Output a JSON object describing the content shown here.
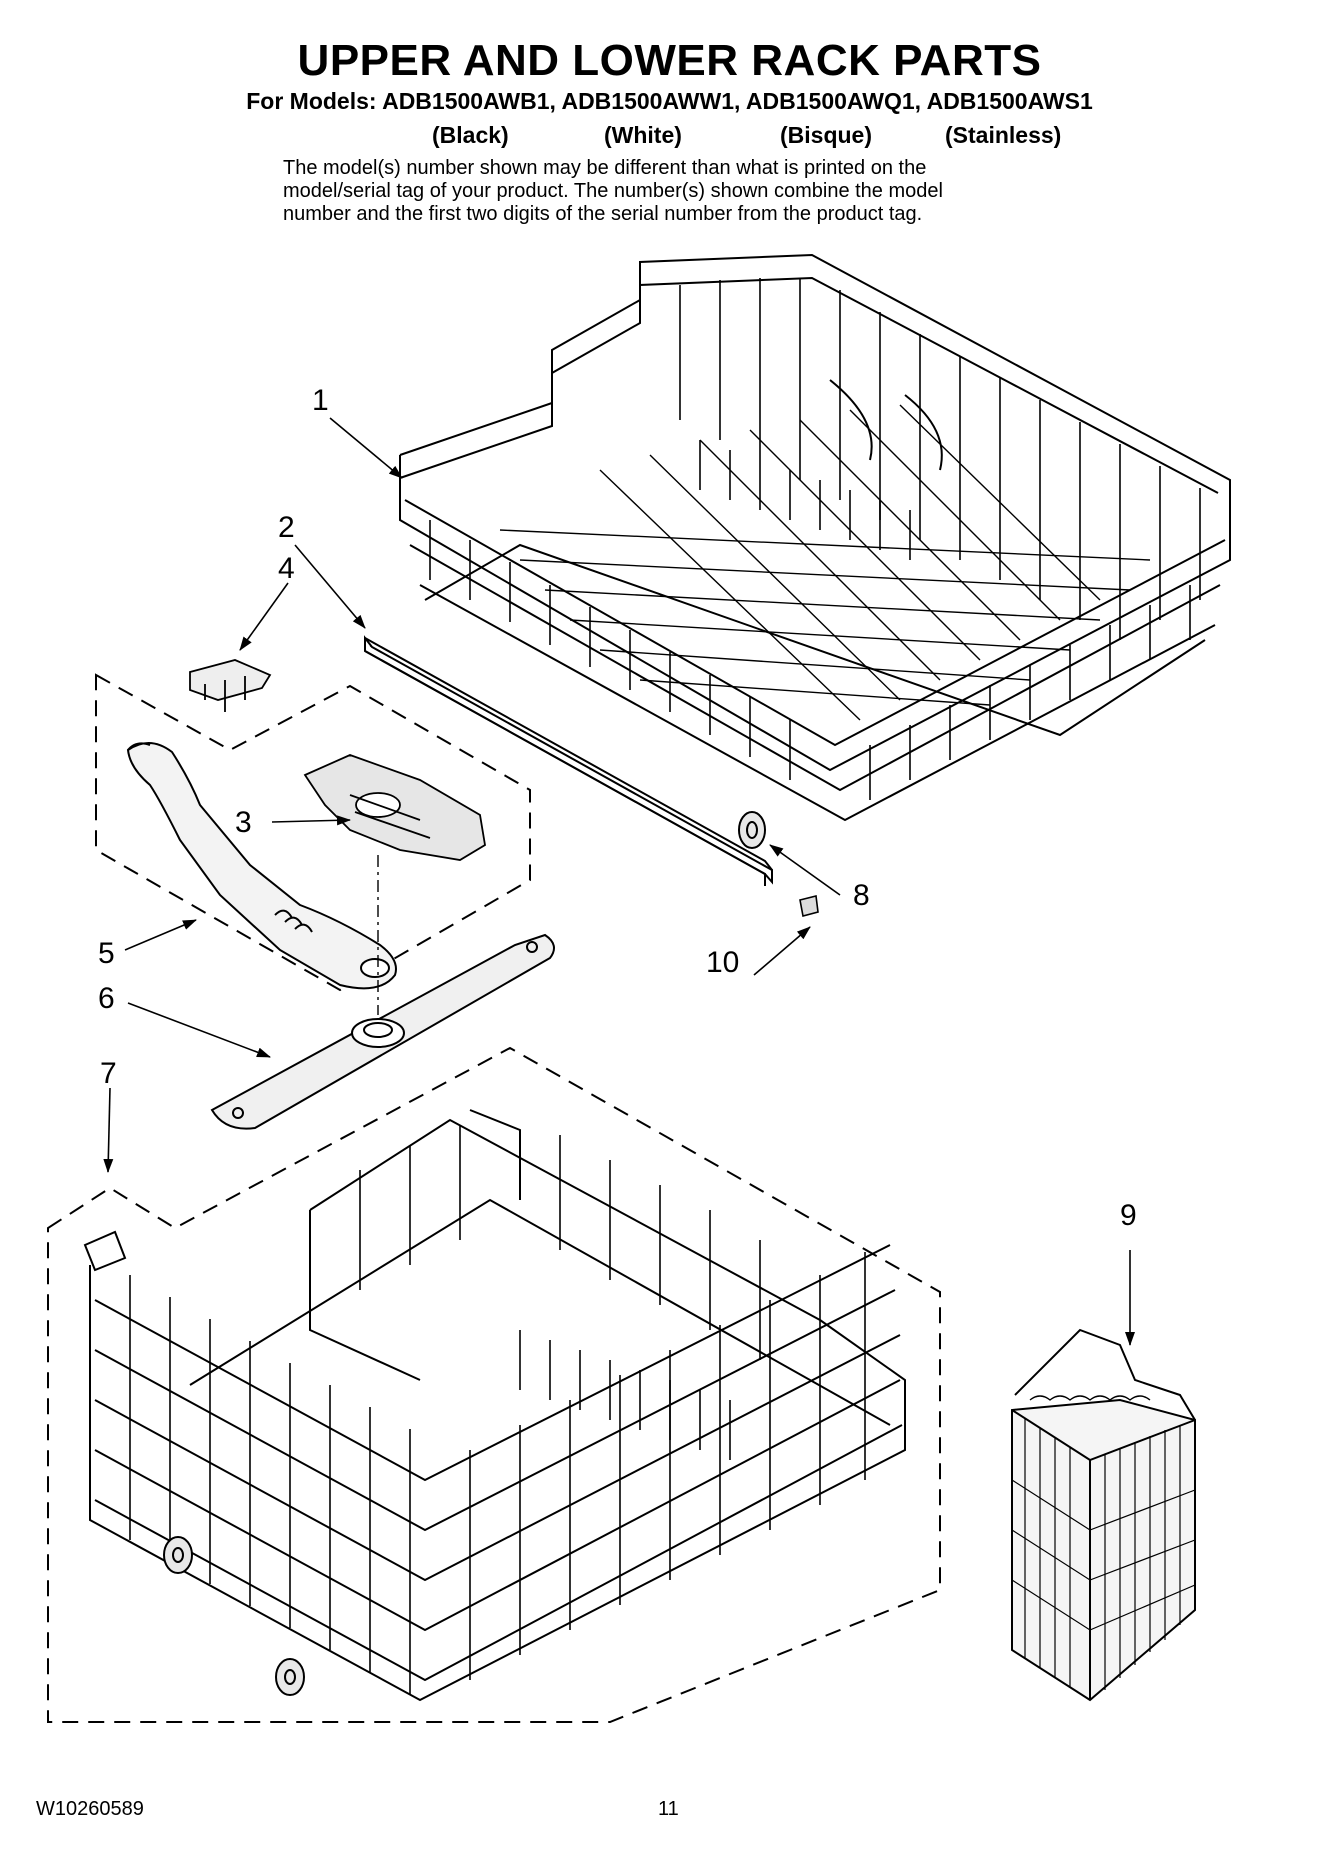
{
  "header": {
    "title": "UPPER AND LOWER RACK PARTS",
    "models_line": "For Models: ADB1500AWB1, ADB1500AWW1, ADB1500AWQ1, ADB1500AWS1",
    "colors": [
      "(Black)",
      "(White)",
      "(Bisque)",
      "(Stainless)"
    ],
    "note_lines": [
      "The model(s) number shown may be different than what is printed on the",
      "model/serial tag of your product. The number(s) shown combine the model",
      "number and the first two digits of the serial number from the product tag."
    ]
  },
  "callouts": {
    "c1": "1",
    "c2": "2",
    "c3": "3",
    "c4": "4",
    "c5": "5",
    "c6": "6",
    "c7": "7",
    "c8": "8",
    "c9": "9",
    "c10": "10"
  },
  "footer": {
    "doc_number": "W10260589",
    "page_number": "11"
  }
}
